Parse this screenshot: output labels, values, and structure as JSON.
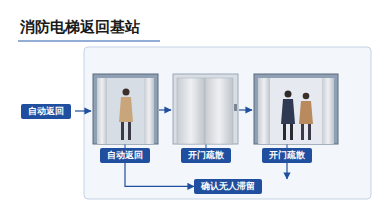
{
  "diagram": {
    "title": "消防电梯返回基站",
    "nodes": [
      {
        "text": [
          "自动返回"
        ]
      },
      {
        "text": [
          "自动返回"
        ]
      },
      {
        "text": [
          "开门疏散"
        ]
      },
      {
        "text": [
          "开门疏散"
        ]
      },
      {
        "text": [
          "确认无人滞留"
        ]
      }
    ],
    "edges": [
      {
        "from": 1,
        "to": 4,
        "arrow": "to"
      },
      {
        "from": 3,
        "to": 4,
        "arrow": "to"
      }
    ]
  }
}
